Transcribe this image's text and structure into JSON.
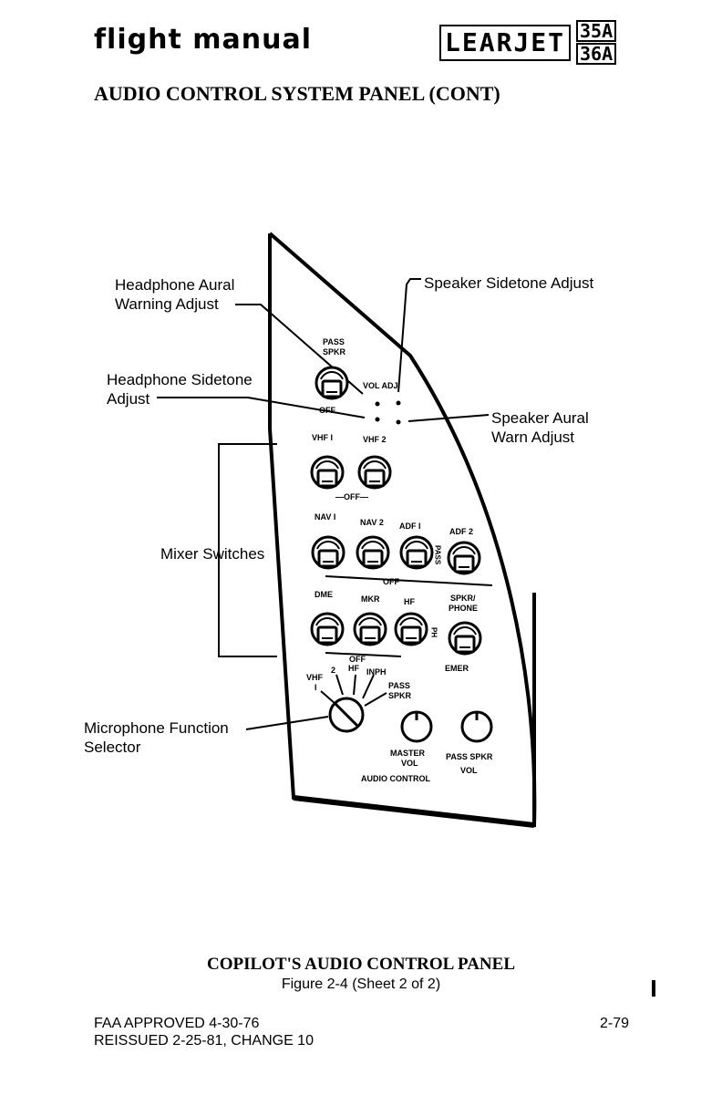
{
  "header": {
    "left": "flight manual",
    "brand": "LEARJET",
    "models": [
      "35A",
      "36A"
    ]
  },
  "section_title": "AUDIO CONTROL SYSTEM PANEL (CONT)",
  "callouts": {
    "headphone_aural": [
      "Headphone Aural",
      "Warning Adjust"
    ],
    "headphone_sidetone": [
      "Headphone Sidetone",
      "Adjust"
    ],
    "mixer_switches": "Mixer Switches",
    "microphone_selector": [
      "Microphone Function",
      "Selector"
    ],
    "speaker_sidetone": "Speaker Sidetone Adjust",
    "speaker_aural": [
      "Speaker Aural",
      "Warn Adjust"
    ]
  },
  "panel_labels": {
    "pass_spkr_top": [
      "PASS",
      "SPKR"
    ],
    "vol_adj": "VOL ADJ",
    "off_top": "OFF",
    "vhf1": "VHF I",
    "vhf2": "VHF 2",
    "off_row1": "—OFF—",
    "nav1": "NAV I",
    "nav2": "NAV 2",
    "adf1": "ADF I",
    "adf2": "ADF 2",
    "pass_vertical": "PASS",
    "off_row2": "OFF",
    "dme": "DME",
    "mkr": "MKR",
    "hf": "HF",
    "spkr_phone": [
      "SPKR/",
      "PHONE"
    ],
    "ph_vertical": "PH",
    "off_row3": "OFF",
    "emer": "EMER",
    "sel_vhf": "VHF",
    "sel_1": "I",
    "sel_2": "2",
    "sel_hf": "HF",
    "sel_inph": "INPH",
    "sel_pass_spkr": [
      "PASS",
      "SPKR"
    ],
    "master_vol": [
      "MASTER",
      "VOL"
    ],
    "pass_spkr_vol": [
      "PASS SPKR",
      "VOL"
    ],
    "audio_control": "AUDIO CONTROL"
  },
  "caption": {
    "title": "COPILOT'S AUDIO CONTROL PANEL",
    "subtitle": "Figure 2-4 (Sheet 2 of 2)"
  },
  "footer": {
    "line1": "FAA APPROVED 4-30-76",
    "line2": "REISSUED 2-25-81, CHANGE 10",
    "page": "2-79"
  }
}
